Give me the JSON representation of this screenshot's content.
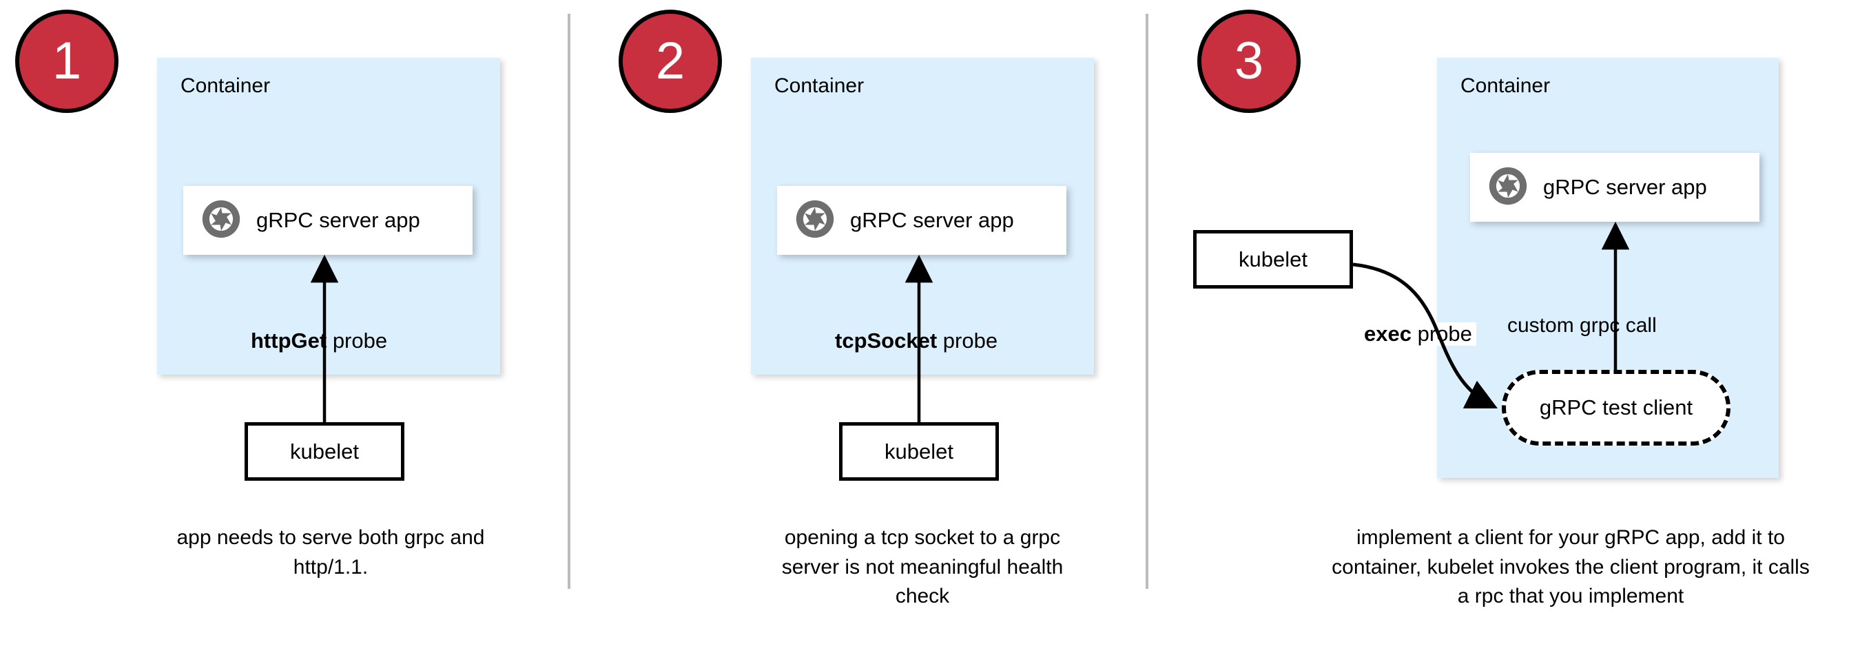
{
  "diagram": {
    "title": "Kubernetes gRPC health probe approaches",
    "colors": {
      "badge_red": "#c9303f",
      "badge_border": "#000000",
      "badge_text": "#ffffff",
      "container_blue": "#dbeffc",
      "divider_gray": "#bcbcbc",
      "app_icon_gray": "#6e6e6e",
      "stroke_black": "#000000",
      "card_white": "#ffffff"
    }
  },
  "panels": [
    {
      "badge": "1",
      "container_label": "Container",
      "app_label": "gRPC server app",
      "app_icon": "aperture-icon",
      "probe_strong": "httpGet",
      "probe_rest": " probe",
      "kubelet_label": "kubelet",
      "caption": "app needs to serve both grpc and http/1.1."
    },
    {
      "badge": "2",
      "container_label": "Container",
      "app_label": "gRPC server app",
      "app_icon": "aperture-icon",
      "probe_strong": "tcpSocket",
      "probe_rest": " probe",
      "kubelet_label": "kubelet",
      "caption": "opening a tcp socket to a grpc server is not meaningful health check"
    },
    {
      "badge": "3",
      "container_label": "Container",
      "app_label": "gRPC server app",
      "app_icon": "aperture-icon",
      "probe_strong": "exec",
      "probe_rest": " probe",
      "kubelet_label": "kubelet",
      "test_client_label": "gRPC test client",
      "internal_call_label": "custom grpc call",
      "caption": "implement a client for your gRPC app, add it to container, kubelet invokes the client program, it calls a rpc that you implement"
    }
  ]
}
